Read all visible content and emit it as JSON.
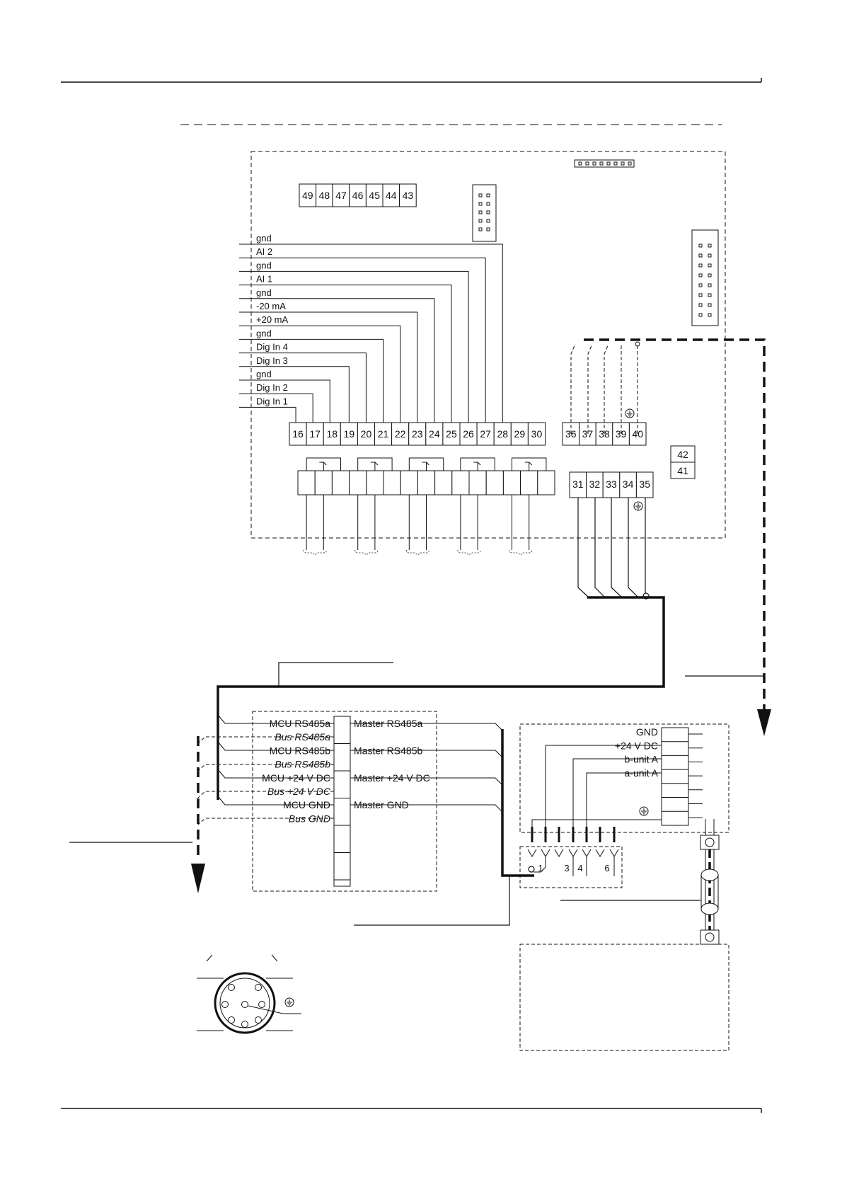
{
  "io_labels": [
    "gnd",
    "AI 2",
    "gnd",
    "AI 1",
    "gnd",
    "-20 mA",
    "+20 mA",
    "gnd",
    "Dig In 4",
    "Dig In 3",
    "gnd",
    "Dig In 2",
    "Dig In 1"
  ],
  "upper_terminals": [
    "49",
    "48",
    "47",
    "46",
    "45",
    "44",
    "43"
  ],
  "main_terminals": [
    "16",
    "17",
    "18",
    "19",
    "20",
    "21",
    "22",
    "23",
    "24",
    "25",
    "26",
    "27",
    "28",
    "29",
    "30"
  ],
  "bus_terminals_top": [
    "36",
    "37",
    "38",
    "39",
    "40"
  ],
  "bus_terminals_bottom": [
    "31",
    "32",
    "33",
    "34",
    "35"
  ],
  "right_terminals": [
    "42",
    "41"
  ],
  "mcu_connections": [
    {
      "left": "MCU RS485a",
      "right": "Master RS485a"
    },
    {
      "left": "Bus RS485a",
      "right": ""
    },
    {
      "left": "MCU RS485b",
      "right": "Master RS485b"
    },
    {
      "left": "Bus RS485b",
      "right": ""
    },
    {
      "left": "MCU +24 V DC",
      "right": "Master +24 V DC"
    },
    {
      "left": "Bus +24 V DC",
      "right": ""
    },
    {
      "left": "MCU GND",
      "right": "Master GND"
    },
    {
      "left": "Bus GND",
      "right": ""
    }
  ],
  "unit_labels": [
    "GND",
    "+24 V DC",
    "b-unit A",
    "a-unit A"
  ],
  "connector_pins": [
    "1",
    "3",
    "4",
    "6"
  ]
}
